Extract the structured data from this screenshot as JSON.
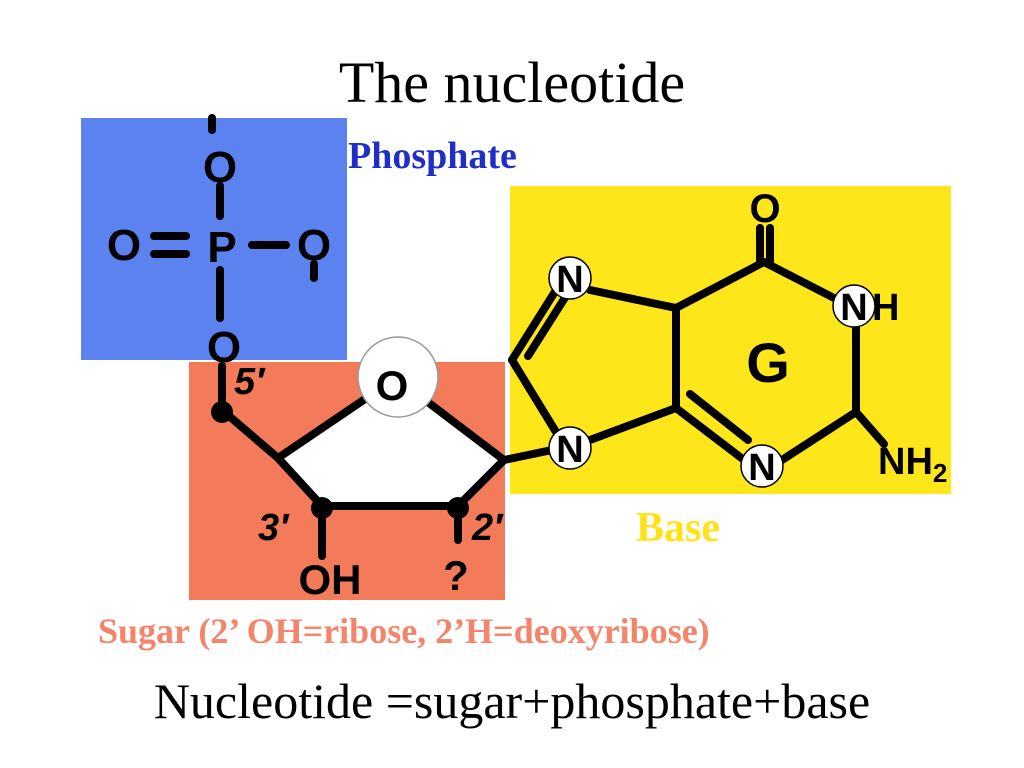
{
  "slide": {
    "title": "The nucleotide",
    "equation": "Nucleotide =sugar+phosphate+base"
  },
  "labels": {
    "phosphate": "Phosphate",
    "base": "Base",
    "sugar": "Sugar (2’ OH=ribose, 2’H=deoxyribose)"
  },
  "colors": {
    "phosphate_box": "#5b82ee",
    "sugar_box": "#f47b5a",
    "base_box": "#fde71a",
    "phosphate_label": "#1f2fc4",
    "base_label": "#ffe31a",
    "sugar_label": "#f4856b"
  },
  "atoms": {
    "phosphate_o_top": "O",
    "phosphate_o_left": "O",
    "phosphate_p": "P",
    "phosphate_o_right": "O",
    "phosphate_o_bottom": "O",
    "ring_o": "O",
    "sugar_oh": "OH",
    "sugar_2_substituent": "?",
    "pos_5": "5′",
    "pos_3": "3′",
    "pos_2": "2′",
    "base_letter": "G",
    "base_o": "O",
    "base_n7": "N",
    "base_n9": "N",
    "base_n1": "N",
    "base_h1": "H",
    "base_n3": "N",
    "base_nh2": "NH",
    "base_nh2_sub": "2"
  }
}
